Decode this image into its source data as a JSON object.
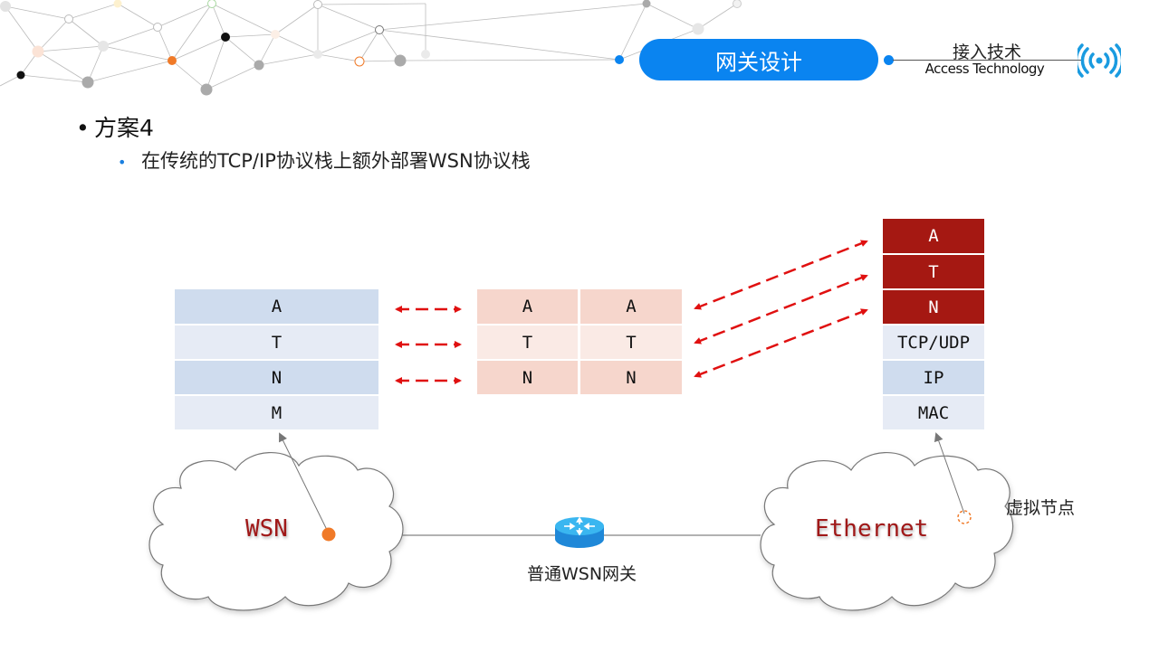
{
  "header": {
    "section_title": "网关设计",
    "category_cn": "接入技术",
    "category_en": "Access Technology",
    "icon": "wireless-signal-icon",
    "accent_color": "#0a84f0"
  },
  "content": {
    "bullet_level1": "方案4",
    "bullet_level2": "在传统的TCP/IP协议栈上额外部署WSN协议栈"
  },
  "diagram": {
    "wsn_stack": {
      "layers": [
        "A",
        "T",
        "N",
        "M"
      ],
      "colors": [
        "#cfdcee",
        "#e6ebf5",
        "#cfdcee",
        "#e6ebf5"
      ]
    },
    "gateway_stack": {
      "columns": [
        [
          "A",
          "T",
          "N"
        ],
        [
          "A",
          "T",
          "N"
        ]
      ],
      "colors": [
        "#f6d6cc",
        "#faeae5",
        "#f6d6cc"
      ]
    },
    "ethernet_stack": {
      "layers": [
        "A",
        "T",
        "N",
        "TCP/UDP",
        "IP",
        "MAC"
      ],
      "colors": [
        "#a51812",
        "#a51812",
        "#a51812",
        "#e6ebf5",
        "#cfdcee",
        "#e6ebf5"
      ],
      "text_colors": [
        "#ffffff",
        "#ffffff",
        "#ffffff",
        "#111111",
        "#111111",
        "#111111"
      ]
    },
    "arrow_color": "#e01010",
    "wsn_cloud_label": "WSN",
    "ethernet_cloud_label": "Ethernet",
    "gateway_label": "普通WSN网关",
    "virtual_node_label": "虚拟节点",
    "node_color": "#f07a28"
  }
}
